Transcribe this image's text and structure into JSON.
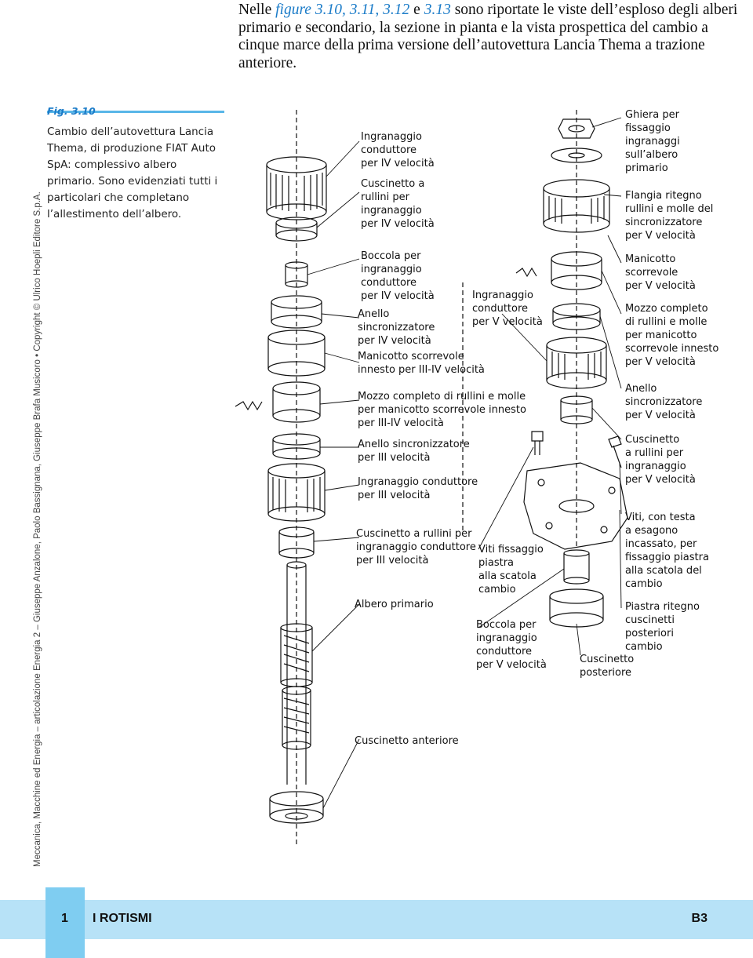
{
  "intro": {
    "before": "Nelle ",
    "refs": "figure 3.10, 3.11, 3.12",
    "and": " e ",
    "ref_last": "3.13",
    "after": " sono riportate le viste dell’esploso degli alberi primario e secondario, la sezione in pianta e la vista prospettica del cambio a cinque marce della prima versione dell’autovettura Lancia Thema a trazione anteriore."
  },
  "figure": {
    "title": "Fig. 3.10",
    "caption": "Cambio dell’autovettura Lancia Thema, di produzione FIAT Auto SpA: complessivo albero primario. Sono evidenziati tutti i particolari che completano l’allestimento dell’albero."
  },
  "sidebar": "Meccanica, Macchine ed Energia – articolazione Energia 2 – Giuseppe Anzalone, Paolo Bassignana, Giuseppe Brafa Musicoro • Copyright © Ulrico Hoepli Editore S.p.A.",
  "labels": {
    "l1": "Ingranaggio\nconduttore\nper IV velocità",
    "l2": "Cuscinetto a\nrullini per\ningranaggio\nper IV velocità",
    "l3": "Boccola per\ningranaggio\nconduttore\nper IV velocità",
    "l4": "Anello\nsincronizzatore\nper IV velocità",
    "l5": "Manicotto scorrevole\ninnesto per III-IV velocità",
    "l6": "Mozzo completo di rullini e molle\nper manicotto scorrevole innesto\nper III-IV velocità",
    "l7": "Anello sincronizzatore\nper III velocità",
    "l8": "Ingranaggio conduttore\nper III velocità",
    "l9": "Cuscinetto a rullini per\ningranaggio conduttore\nper III velocità",
    "l10": "Albero primario",
    "l11": "Cuscinetto anteriore",
    "m1": "Ingranaggio\nconduttore\nper V velocità",
    "m2": "Viti fissaggio\npiastra\nalla scatola\ncambio",
    "m3": "Boccola per\ningranaggio\nconduttore\nper V velocità",
    "r1": "Ghiera per\nfissaggio\ningranaggi\nsull’albero\nprimario",
    "r2": "Flangia ritegno\nrullini e molle del\nsincronizzatore\nper V velocità",
    "r3": "Manicotto\nscorrevole\nper V velocità",
    "r4": "Mozzo completo\ndi rullini e molle\nper manicotto\nscorrevole innesto\nper V velocità",
    "r5": "Anello\nsincronizzatore\nper V velocità",
    "r6": "Cuscinetto\na rullini per\ningranaggio\nper V velocità",
    "r7": "Viti, con testa\na esagono\nincassato, per\nfissaggio piastra\nalla scatola del\ncambio",
    "r8": "Piastra ritegno\ncuscinetti\nposteriori\ncambio",
    "r9": "Cuscinetto\nposteriore"
  },
  "footer": {
    "number": "1",
    "chapter": "I ROTISMI",
    "page": "B3"
  }
}
